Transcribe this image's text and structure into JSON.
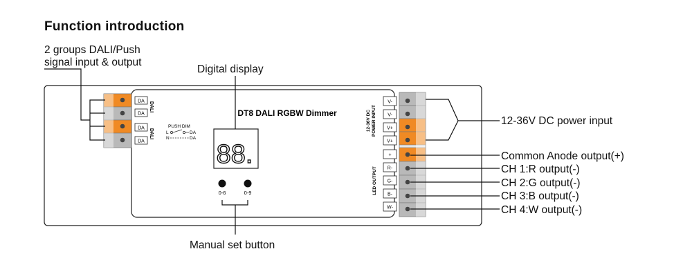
{
  "title": "Function introduction",
  "device": {
    "name": "DT8 DALI RGBW Dimmer",
    "display_digits": "88.",
    "buttons": [
      "0-6",
      "0-9"
    ]
  },
  "left_terminals": {
    "labels": [
      "DA",
      "DA",
      "DA",
      "DA"
    ],
    "groups": [
      "DALI",
      "DALI"
    ],
    "push_dim": {
      "title": "PUSH DIM",
      "line_l": "L",
      "line_n": "N",
      "da1": "DA",
      "da2": "DA"
    }
  },
  "right_terminals": {
    "power_labels": [
      "V-",
      "V-",
      "V+",
      "V+"
    ],
    "power_group": [
      "12-36V DC",
      "POWER INPUT"
    ],
    "output_labels": [
      "+",
      "R-",
      "G-",
      "B-",
      "W-"
    ],
    "output_group": "LED OUTPUT"
  },
  "callouts": {
    "dali_line1": "2 groups DALI/Push",
    "dali_line2": "signal input & output",
    "digital_display": "Digital display",
    "manual_button": "Manual set button",
    "power_input": "12-36V DC power input",
    "common_anode": "Common Anode output(+)",
    "ch1": "CH 1:R output(-)",
    "ch2": "CH 2:G output(-)",
    "ch3": "CH 3:B output(-)",
    "ch4": "CH 4:W output(-)"
  },
  "colors": {
    "orange": "#f08a24",
    "gray": "#b9b9b9",
    "dark_gray": "#8c8c8c",
    "line": "#111111"
  }
}
